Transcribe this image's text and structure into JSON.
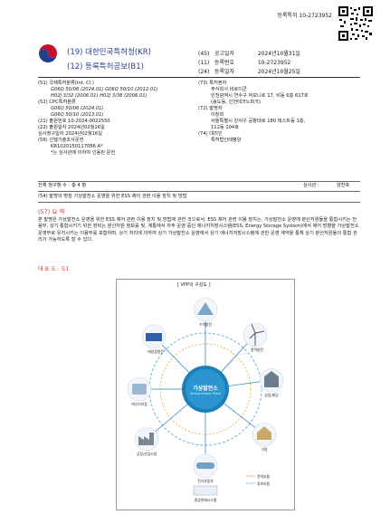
{
  "registration": "등록특허 10-2723952",
  "header": {
    "office": "(19) 대한민국특허청(KR)",
    "pub_type": "(12) 등록특허공보(B1)",
    "right": [
      {
        "code": "(45)",
        "key": "공고일자",
        "value": "2024년10월31일"
      },
      {
        "code": "(11)",
        "key": "등록번호",
        "value": "10-2723952"
      },
      {
        "code": "(24)",
        "key": "등록일자",
        "value": "2024년10월25일"
      }
    ]
  },
  "bib_left": [
    "(51) 국제특허분류(Int. Cl.)",
    "G06Q 50/06 (2024.01)   G06Q 50/10 (2012.01)",
    "H02J 3/32 (2006.01)   H02J 3/38 (2006.01)",
    "(52) CPC특허분류",
    "G06Q 50/06 (2024.01)",
    "G06Q 50/10 (2013.01)",
    "(21) 출원번호        10-2024-0022550",
    "(22) 출원일자        2024년02월16일",
    "      심사청구일자    2024년02월16일",
    "(56) 선행기술조사문헌",
    "KR1020150117086 A*",
    "*는 심사관에 의하여 인용된 문헌"
  ],
  "bib_right": [
    "(73) 특허권자",
    "주식회사 비로이콘",
    "인천광역시 연수구 하모니로 17, 비동 6층 617호",
    "(송도동, 인천테크노파크)",
    "(72) 발명자",
    "이창희",
    "서울특별시 강서구 공항대로 180 테스트동 1층,",
    "112동 104호",
    "(74) 대리인",
    "특허법인태평양"
  ],
  "claims_line": {
    "left": "전체 청구항 수 : 총 4 항",
    "right_key": "심사관 :",
    "right_val": "양찬호"
  },
  "title_line": "(54) 발명의 명칭 가상발전소 운영을 위한 ESS 제어 관련 이용 장치 및 방법",
  "abstract_title": "(57) 요 약",
  "abstract_text": "본 발명은 가상발전소 운영을 위한 ESS 제어 관련 이용 장치 및 방법에 관한 것으로서, ESS 제어 관련 이용 장치는, 가상발전소 운영에 분산자원들을 통합시키는 전용부, 상기 통합시키기 위한 장비는 분산자원 정보를 및, 계통에서 자주 운영 중인 에너지저장시스템(ESS, Energy Storage System)에서 제어 방향을 가상발전소 운영부로 유지시키는 이용부를 포함하며, 상기 처리에 의하여 상기 가상발전소 운영에서 상기 에너지저장시스템에 관한 운영 계약을 통해 상기 분산자원들의 통합 관리가 가능하도록 할 수 있다.",
  "rep_fig": "대 표 도 - 도1",
  "figure": {
    "caption": "[ VPP의 구성도 ]",
    "center_ko": "가상발전소",
    "center_en": "Virtual Power Plant",
    "nodes": [
      "태양광발전",
      "풍력발전",
      "에너지저장",
      "공장/산업시설",
      "전기자동차",
      "상업/빌딩",
      "수력발전",
      "가정",
      "중앙관제시스템"
    ],
    "legend": [
      "전력흐름",
      "정보흐름"
    ]
  },
  "colors": {
    "accent": "#2e3f95",
    "red": "#c0392b",
    "hub": "#1d7fb8"
  }
}
